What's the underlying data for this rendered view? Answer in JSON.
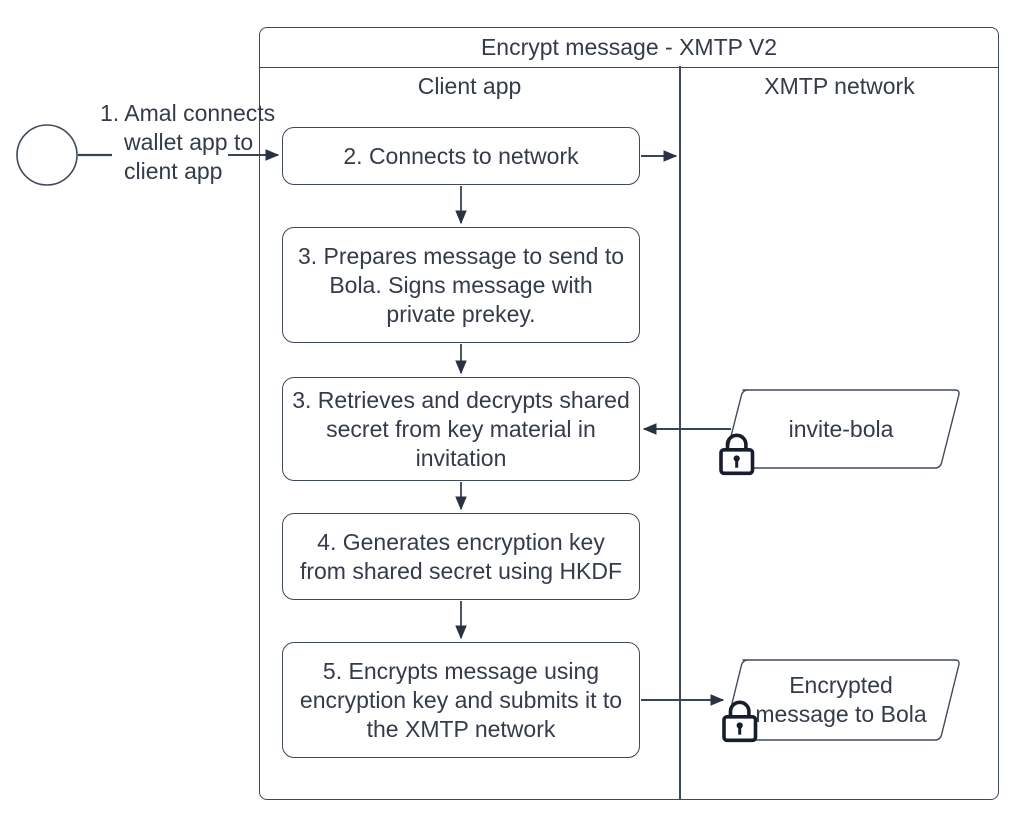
{
  "diagram": {
    "title": "Encrypt message - XMTP V2",
    "lanes": {
      "client": "Client app",
      "network": "XMTP network"
    },
    "start": {
      "label": "1. Amal connects wallet app to client app"
    },
    "steps": {
      "connect": "2. Connects to network",
      "prepare": "3. Prepares message to send to Bola. Signs message with private prekey.",
      "retrieve": "3. Retrieves and decrypts shared secret from key material in invitation",
      "generate": "4. Generates encryption key from shared secret using HKDF",
      "encrypt": "5. Encrypts message using encryption key and submits it to the XMTP network"
    },
    "artifacts": {
      "invite": "invite-bola",
      "encrypted_message": "Encrypted message to Bola"
    },
    "icons": {
      "lock": "lock-icon",
      "start": "start-circle"
    },
    "colors": {
      "stroke": "#3f4a59",
      "arrow": "#2a3342",
      "text": "#343c49",
      "lock": "#161e2b",
      "background": "#ffffff"
    }
  }
}
